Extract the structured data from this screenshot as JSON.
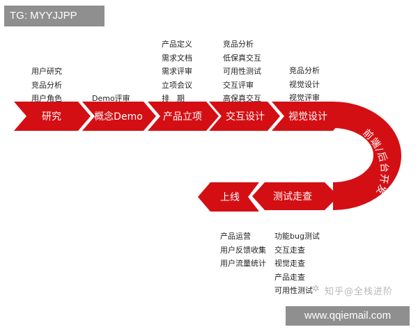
{
  "header_tag": "TG: MYYJJPP",
  "footer_url": "www.qqiemail.com",
  "watermark_text": "知乎@全栈进阶",
  "colors": {
    "arrow_red": "#d40f14",
    "text_dark": "#222222",
    "tag_gray": "#8f8f8f"
  },
  "stages": [
    {
      "id": "research",
      "label": "研究",
      "notes": [
        "用户研究",
        "竞品分析",
        "用户角色"
      ]
    },
    {
      "id": "concept",
      "label": "概念Demo",
      "notes": [
        "Demo评审"
      ]
    },
    {
      "id": "product",
      "label": "产品立项",
      "notes": [
        "产品定义",
        "需求文档",
        "需求评审",
        "立项会议",
        "排　期"
      ]
    },
    {
      "id": "interaction",
      "label": "交互设计",
      "notes": [
        "竞品分析",
        "低保真交互",
        "可用性测试",
        "交互评审",
        "高保真交互"
      ]
    },
    {
      "id": "visual",
      "label": "视觉设计",
      "notes": [
        "竞品分析",
        "视觉设计",
        "视觉评审"
      ]
    }
  ],
  "curve_label": "前端/后台开发",
  "bottom_stages": [
    {
      "id": "testing",
      "label": "测试走查",
      "notes": [
        "功能bug测试",
        "交互走查",
        "视觉走查",
        "产品走查",
        "可用性测试"
      ]
    },
    {
      "id": "launch",
      "label": "上线",
      "notes": [
        "产品运营",
        "用户反馈收集",
        "用户流量统计"
      ]
    }
  ]
}
